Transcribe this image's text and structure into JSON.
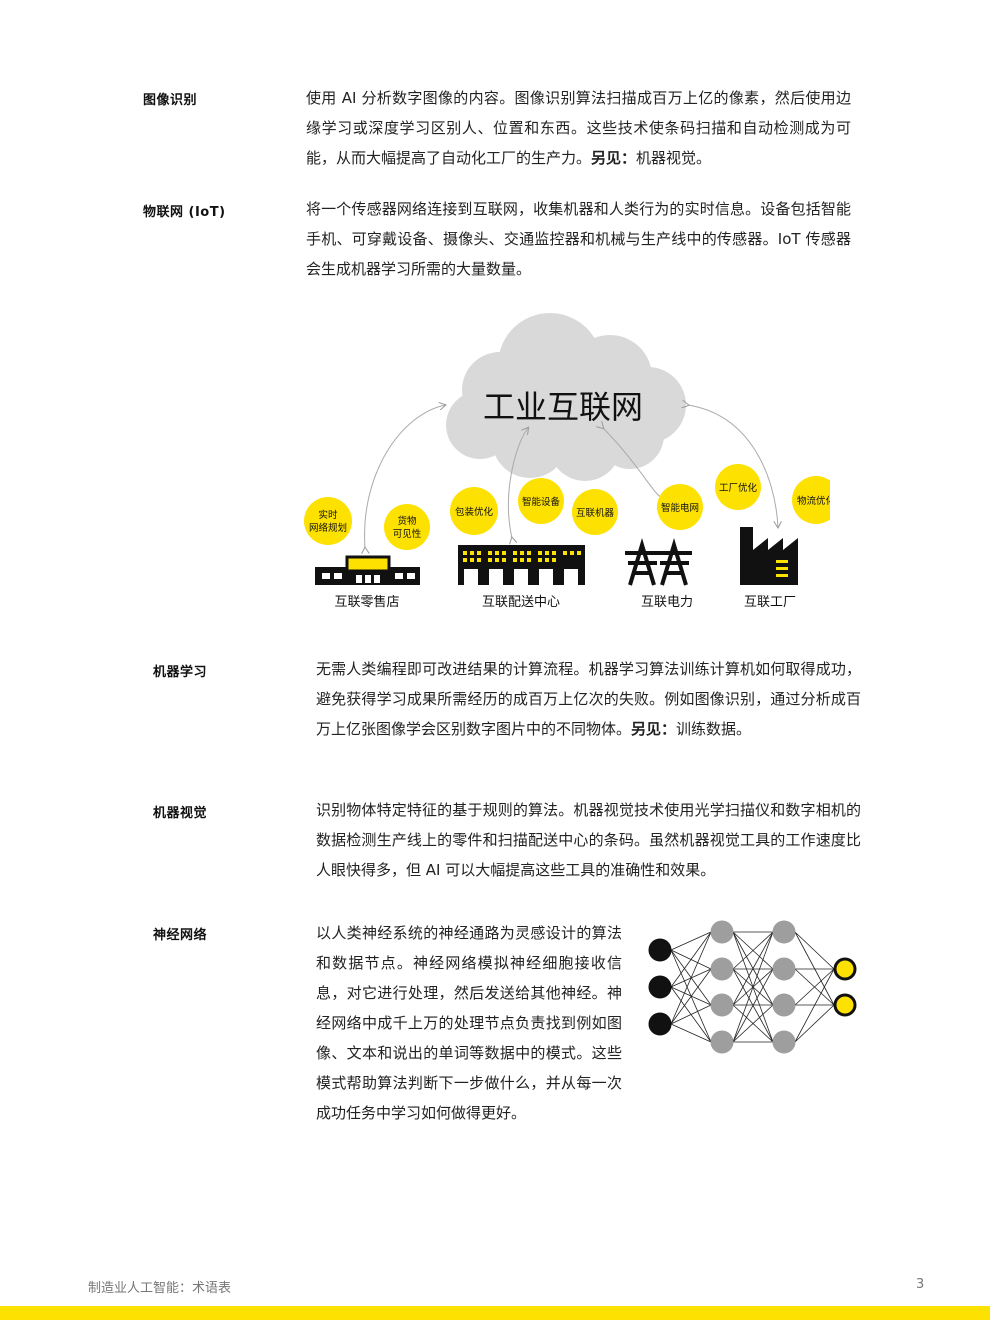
{
  "entries": [
    {
      "term": "图像识别",
      "definition": "使用 AI 分析数字图像的内容。图像识别算法扫描成百万上亿的像素，然后使用边缘学习或深度学习区别人、位置和东西。这些技术使条码扫描和自动检测成为可能，从而大幅提高了自动化工厂的生产力。",
      "see_also_label": "另见：",
      "see_also": "机器视觉。"
    },
    {
      "term": "物联网 (IoT)",
      "definition": "将一个传感器网络连接到互联网，收集机器和人类行为的实时信息。设备包括智能手机、可穿戴设备、摄像头、交通监控器和机械与生产线中的传感器。IoT 传感器会生成机器学习所需的大量数量。"
    },
    {
      "term": "机器学习",
      "definition": "无需人类编程即可改进结果的计算流程。机器学习算法训练计算机如何取得成功，避免获得学习成果所需经历的成百万上亿次的失败。例如图像识别，通过分析成百万上亿张图像学会区别数字图片中的不同物体。",
      "see_also_label": "另见：",
      "see_also": "训练数据。"
    },
    {
      "term": "机器视觉",
      "definition": "识别物体特定特征的基于规则的算法。机器视觉技术使用光学扫描仪和数字相机的数据检测生产线上的零件和扫描配送中心的条码。虽然机器视觉工具的工作速度比人眼快得多，但 AI 可以大幅提高这些工具的准确性和效果。"
    },
    {
      "term": "神经网络",
      "definition": "以人类神经系统的神经通路为灵感设计的算法和数据节点。神经网络模拟神经细胞接收信息，对它进行处理，然后发送给其他神经。神经网络中成千上万的处理节点负责找到例如图像、文本和说出的单词等数据中的模式。这些模式帮助算法判断下一步做什么，并从每一次成功任务中学习如何做得更好。"
    }
  ],
  "iot_diagram": {
    "cloud_title": "工业互联网",
    "bubbles": {
      "realtime_network": [
        "实时",
        "网络规划"
      ],
      "cargo_visibility": [
        "货物",
        "可见性"
      ],
      "packaging": "包装优化",
      "smart_device": "智能设备",
      "iot_machine": "互联机器",
      "smart_grid": "智能电网",
      "factory_opt": "工厂优化",
      "logistics_opt": "物流优化"
    },
    "labels": {
      "retail": "互联零售店",
      "distribution": "互联配送中心",
      "power": "互联电力",
      "factory": "互联工厂"
    }
  },
  "footer": {
    "title": "制造业人工智能：术语表",
    "page": "3"
  },
  "colors": {
    "accent_yellow": "#fde100",
    "cloud_gray": "#d8d8d8",
    "node_gray": "#9e9e9e"
  }
}
